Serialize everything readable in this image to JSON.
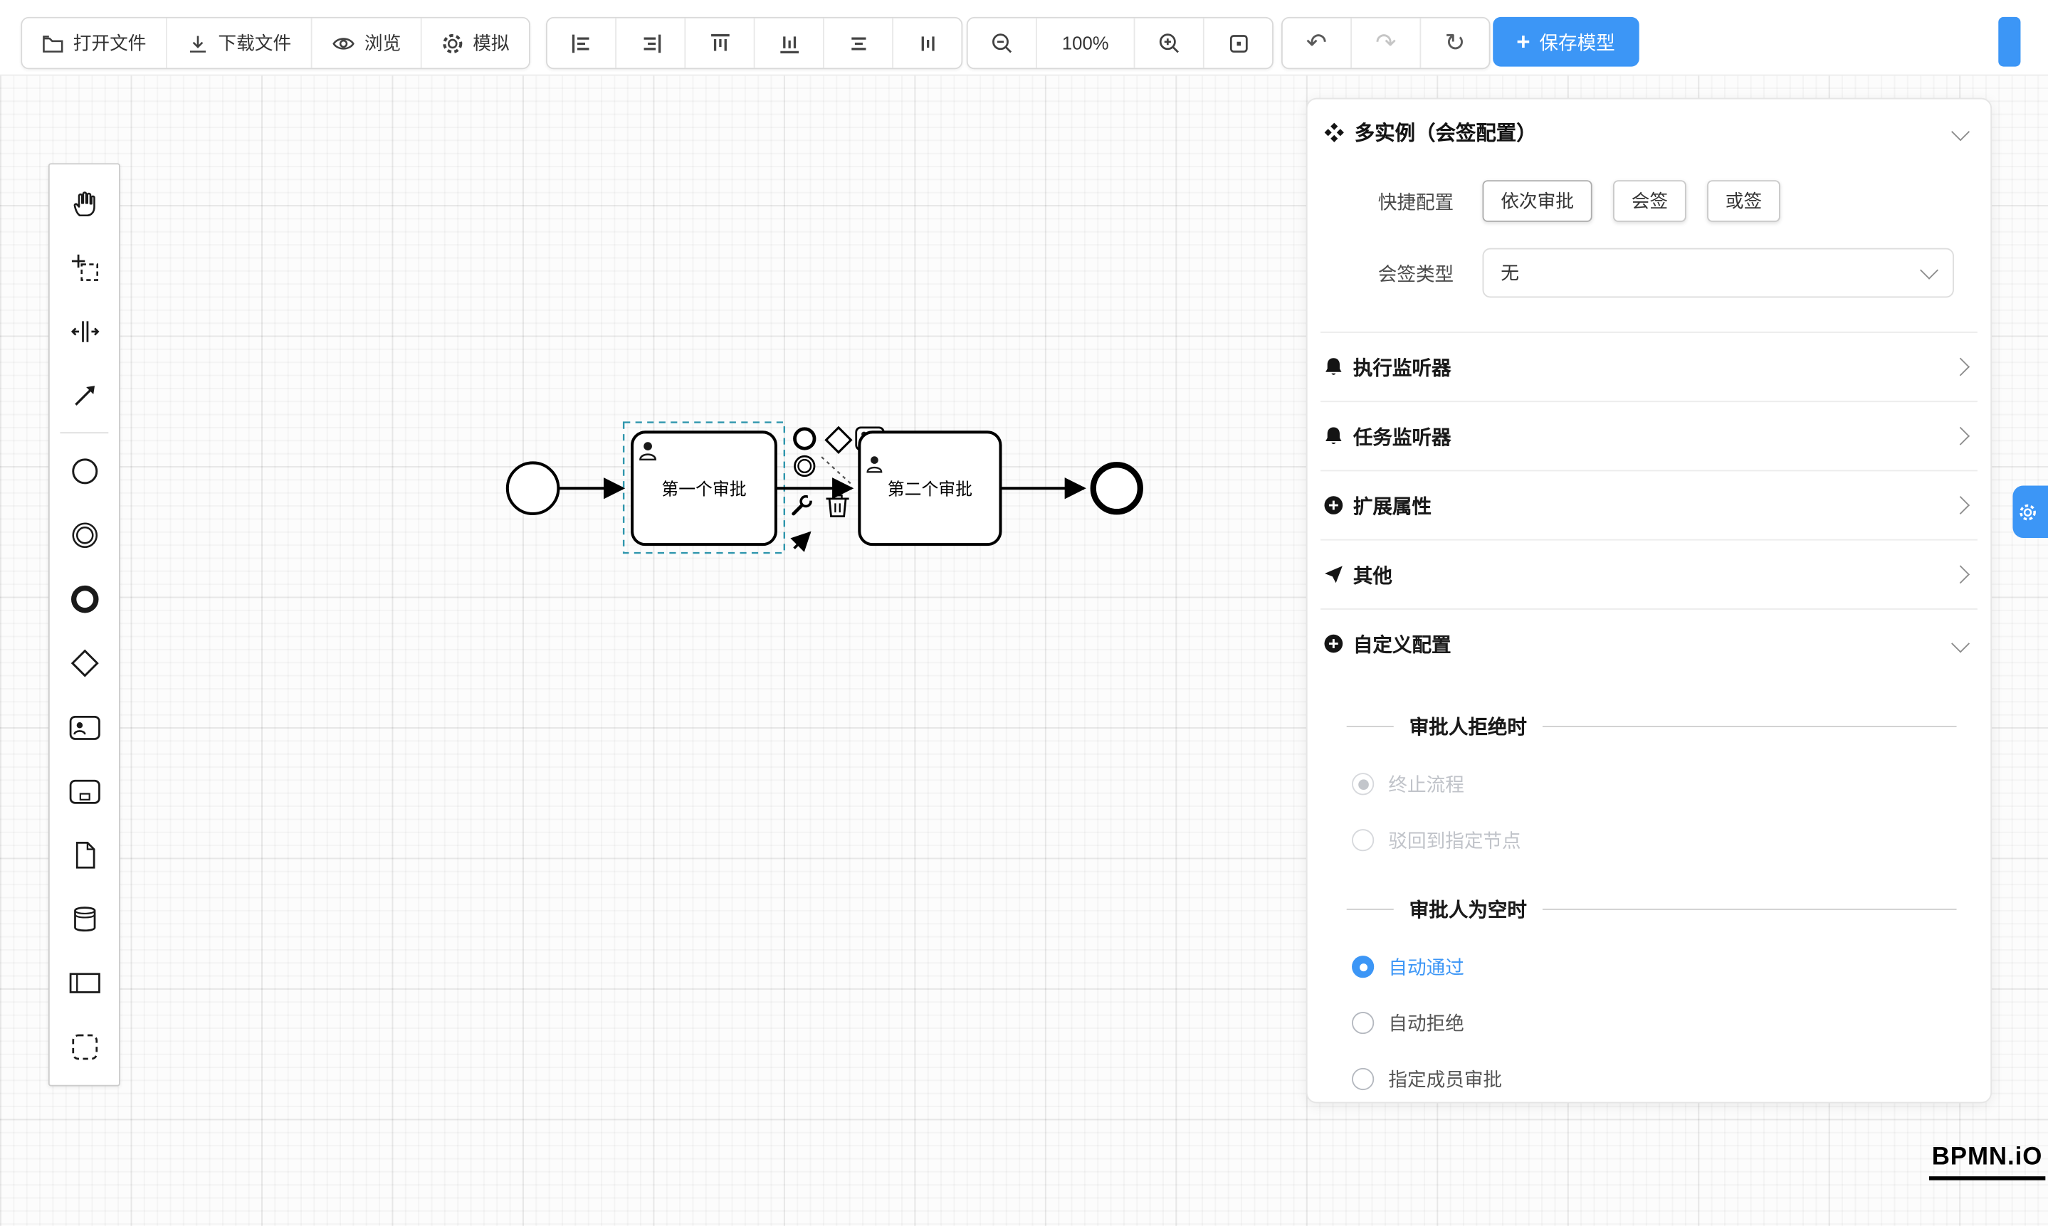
{
  "toolbar": {
    "open_file": "打开文件",
    "download_file": "下载文件",
    "preview": "浏览",
    "simulate": "模拟",
    "zoom_level": "100%",
    "save_model": "保存模型",
    "icons": {
      "undo": "↶",
      "redo": "↷",
      "refresh": "↻",
      "plus": "+"
    }
  },
  "canvas": {
    "task1_label": "第一个审批",
    "task2_label": "第二个审批"
  },
  "panel": {
    "title": "多实例（会签配置）",
    "quick_config": {
      "label": "快捷配置",
      "options": [
        "依次审批",
        "会签",
        "或签"
      ]
    },
    "countersign_type": {
      "label": "会签类型",
      "value": "无"
    },
    "sections": [
      {
        "label": "执行监听器"
      },
      {
        "label": "任务监听器"
      },
      {
        "label": "扩展属性"
      },
      {
        "label": "其他"
      },
      {
        "label": "自定义配置"
      }
    ],
    "reject_group": {
      "title": "审批人拒绝时",
      "options": [
        {
          "label": "终止流程",
          "checked": true,
          "disabled": true
        },
        {
          "label": "驳回到指定节点",
          "checked": false,
          "disabled": true
        }
      ]
    },
    "empty_group": {
      "title": "审批人为空时",
      "options": [
        {
          "label": "自动通过",
          "checked": true,
          "disabled": false
        },
        {
          "label": "自动拒绝",
          "checked": false,
          "disabled": false
        },
        {
          "label": "指定成员审批",
          "checked": false,
          "disabled": false
        }
      ]
    }
  },
  "logo": {
    "text": "BPMN.iO"
  },
  "colors": {
    "accent": "#3C96F6",
    "selection": "#2F96AD"
  }
}
